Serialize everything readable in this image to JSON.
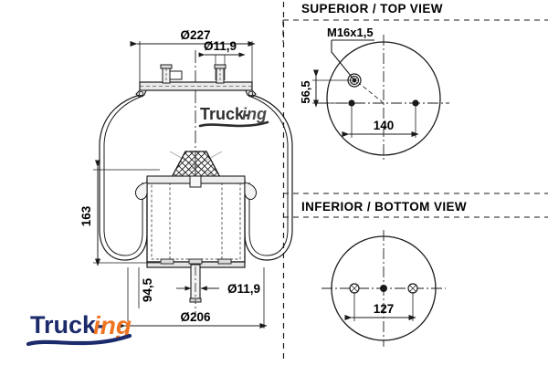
{
  "document": {
    "type": "technical-drawing",
    "subject": "air-spring-bellows",
    "background_color": "#ffffff",
    "line_color": "#1a1a1a"
  },
  "brand": {
    "name_primary": "Truck-",
    "name_secondary": "ing",
    "color_primary": "#1b2a6b",
    "color_secondary": "#ee7422",
    "watermark_color": "#3a3a3a"
  },
  "panels": {
    "divider_style": "dashed-vertical",
    "top": {
      "title": "SUPERIOR / TOP VIEW",
      "labels": {
        "thread": "M16x1,5",
        "offset_vertical": "56,5",
        "bolt_spacing": "140"
      }
    },
    "bottom": {
      "title": "INFERIOR / BOTTOM VIEW",
      "labels": {
        "bolt_spacing": "127"
      }
    }
  },
  "main_view": {
    "dimensions": {
      "top_diameter": "Ø227",
      "top_stud_diameter": "Ø11,9",
      "height": "163",
      "piston_offset": "94,5",
      "bottom_stud_diameter": "Ø11,9",
      "bottom_diameter": "Ø206"
    },
    "watermark_text_primary": "Truck-",
    "watermark_text_secondary": "ing"
  }
}
